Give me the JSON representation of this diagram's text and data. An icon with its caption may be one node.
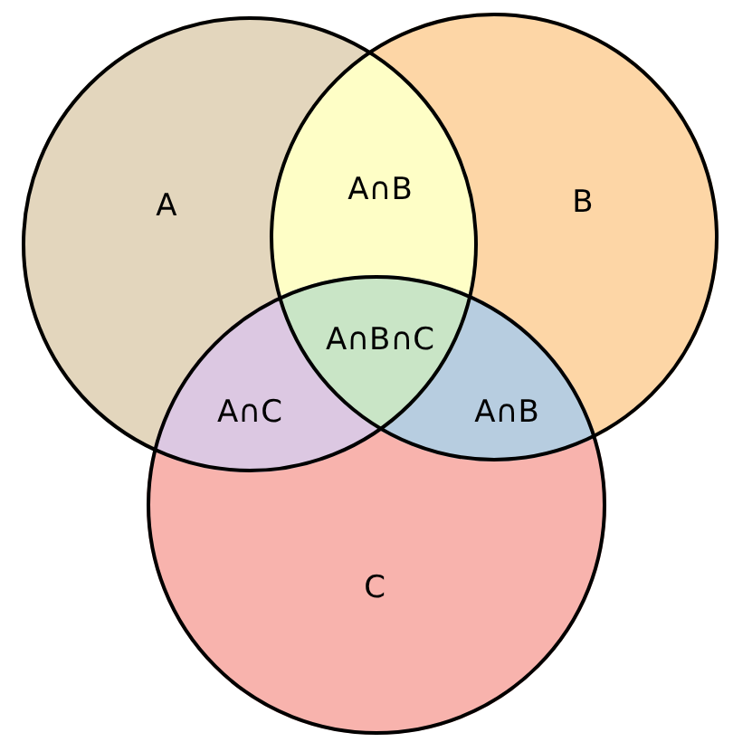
{
  "diagram": {
    "nodes": [
      {
        "text": [
          "A"
        ]
      },
      {
        "text": [
          "B"
        ]
      },
      {
        "text": [
          "C"
        ]
      }
    ],
    "labels": [
      "A∩B",
      "A∩B∩C",
      "A∩C",
      "A∩B"
    ]
  }
}
